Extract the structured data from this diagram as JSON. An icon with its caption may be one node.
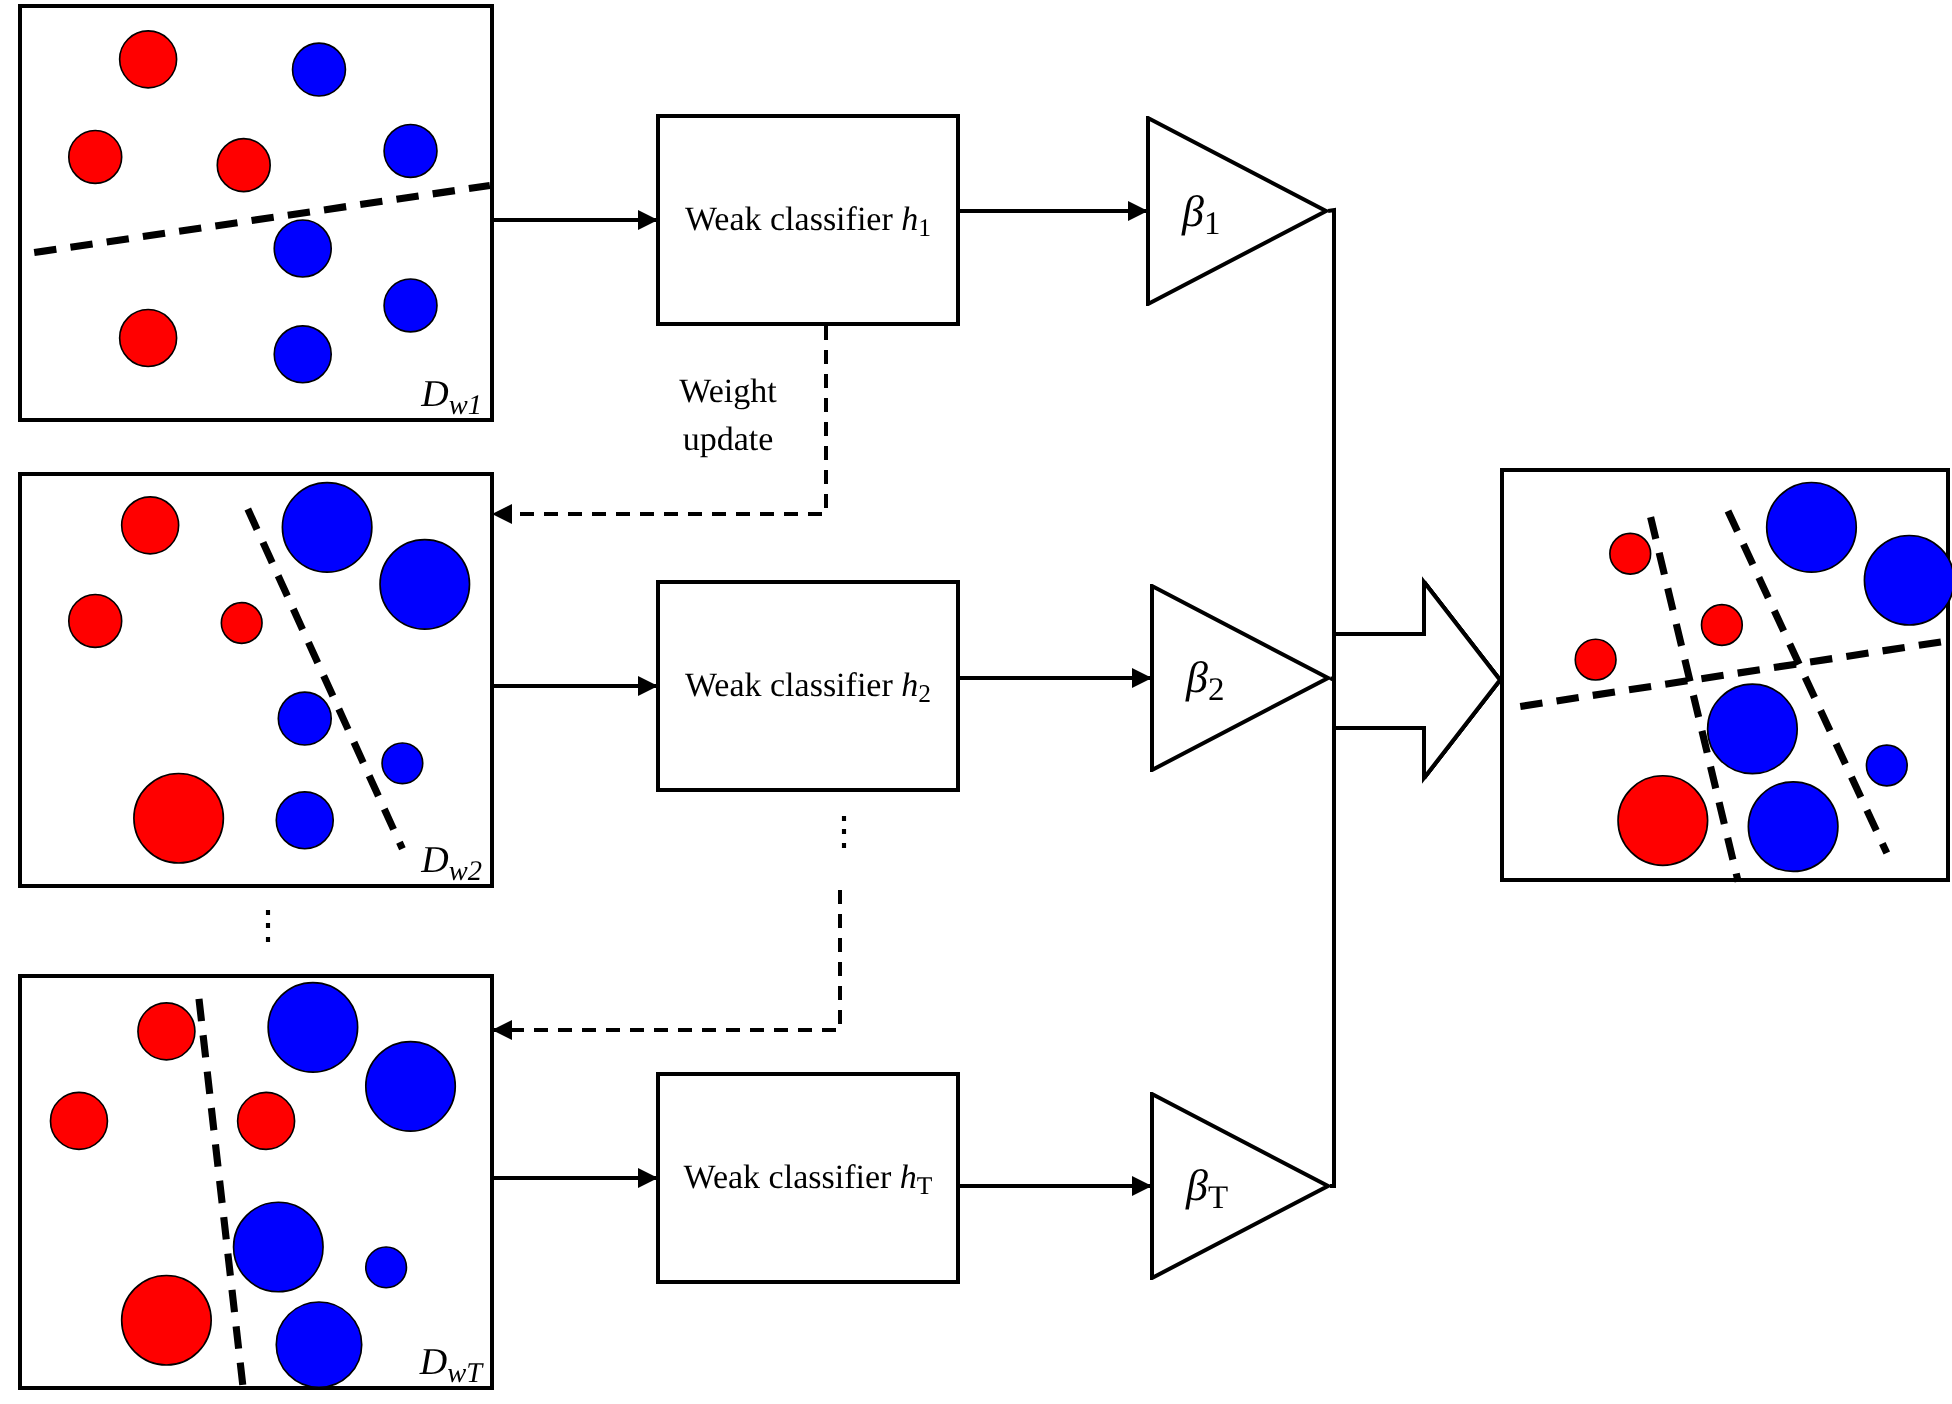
{
  "diagram": {
    "nodes": [
      {
        "text": [
          "D$_{w1}$"
        ]
      },
      {
        "text": [
          "Weak classifier *h*$_{1}$"
        ]
      },
      {
        "text": [
          "*β*$_{1}$"
        ]
      },
      {
        "text": [
          "D$_{w2}$"
        ]
      },
      {
        "text": [
          "Weak classifier *h*$_{2}$"
        ]
      },
      {
        "text": [
          "*β*$_{2}$"
        ]
      },
      {
        "text": [
          "D$_{wT}$"
        ]
      },
      {
        "text": [
          "Weak classifier *h*$_{T}$"
        ]
      },
      {
        "text": [
          "*β*$_{T}$"
        ]
      },
      {
        "text": [],
        "shape": "picture"
      }
    ],
    "edges": [
      {
        "from": 0,
        "to": 1,
        "arrow": "to"
      },
      {
        "from": 1,
        "to": 2,
        "arrow": "to"
      },
      {
        "from": 3,
        "to": 4,
        "arrow": "to"
      },
      {
        "from": 4,
        "to": 5,
        "arrow": "to"
      },
      {
        "from": 6,
        "to": 7,
        "arrow": "to"
      },
      {
        "from": 7,
        "to": 8,
        "arrow": "to"
      },
      {
        "from": 1,
        "to": 3,
        "arrow": "to",
        "label": "Weight update",
        "style": "dashed"
      },
      {
        "from": null,
        "to": 6,
        "arrow": "to",
        "style": "dashed"
      },
      {
        "from": 2,
        "to": 9,
        "arrow": "to"
      },
      {
        "from": 5,
        "to": 9,
        "arrow": "to"
      },
      {
        "from": 8,
        "to": 9,
        "arrow": "to"
      }
    ],
    "labels": [
      "⋮",
      "⋮"
    ]
  }
}
